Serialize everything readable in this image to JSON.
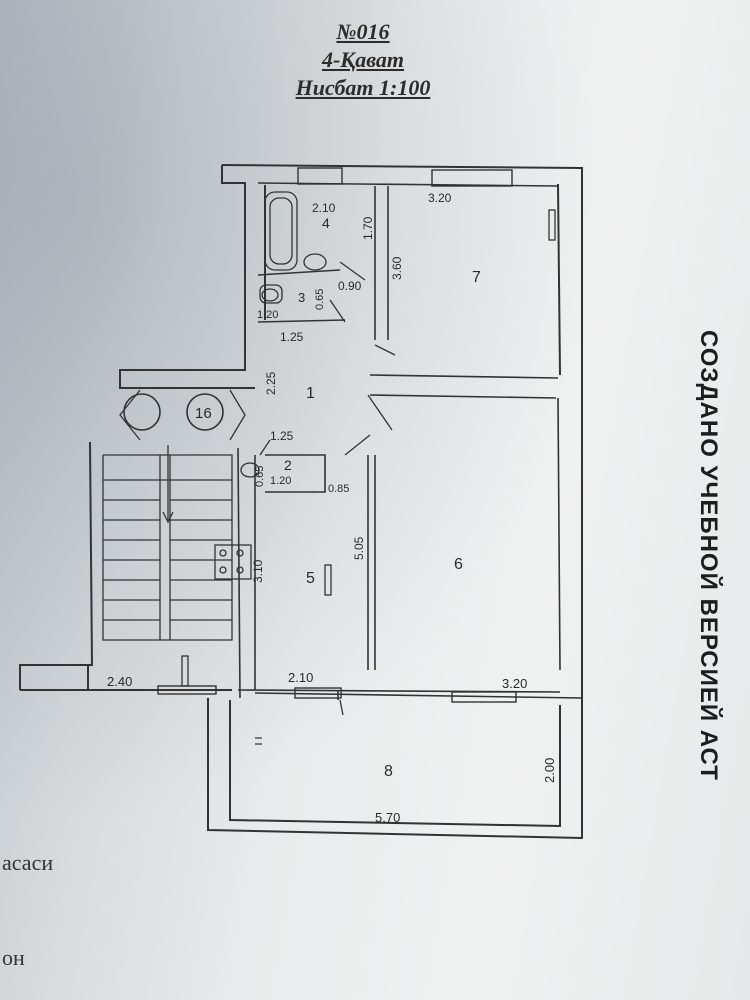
{
  "header": {
    "number": "№016",
    "floor": "4-Қават",
    "scale": "Нисбат 1:100"
  },
  "rooms": {
    "r1": "1",
    "r2": "2",
    "r3": "3",
    "r4": "4",
    "r5": "5",
    "r6": "6",
    "r7": "7",
    "r8": "8",
    "stair": "16"
  },
  "dimensions": {
    "d_210_top": "2.10",
    "d_170": "1.70",
    "d_360": "3.60",
    "d_320_top": "3.20",
    "d_090": "0.90",
    "d_065_a": "0.65",
    "d_120_a": "1.20",
    "d_125_a": "1.25",
    "d_225": "2.25",
    "d_125_b": "1.25",
    "d_065_b": "0.65",
    "d_120_b": "1.20",
    "d_085": "0.85",
    "d_505": "5.05",
    "d_310": "3.10",
    "d_240": "2.40",
    "d_210_bot": "2.10",
    "d_320_bot": "3.20",
    "d_200": "2.00",
    "d_570": "5.70"
  },
  "side_text": "СОЗДАНО УЧЕБНОЙ ВЕРСИЕЙ АСТ",
  "margin_notes": [
    "асаси",
    "он"
  ]
}
